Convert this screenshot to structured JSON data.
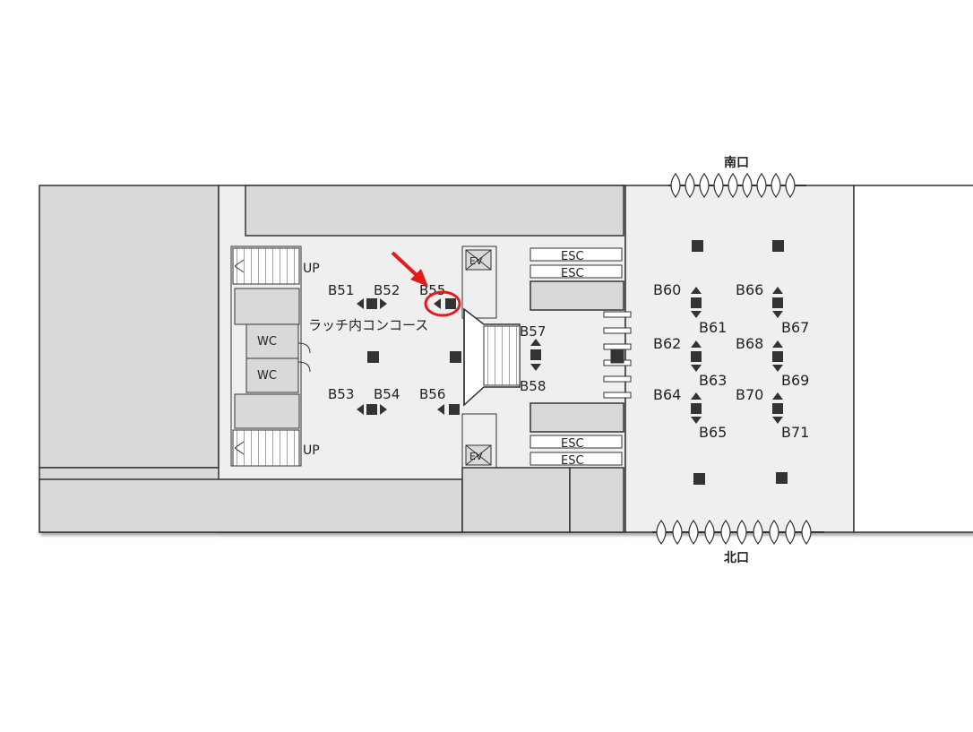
{
  "gates": {
    "south": "南口",
    "north": "北口"
  },
  "areas": {
    "concourse": "ラッチ内コンコース"
  },
  "facilities": {
    "up_top": "UP",
    "up_bottom": "UP",
    "wc_1": "WC",
    "wc_2": "WC",
    "ev_top": "EV",
    "ev_bottom": "EV",
    "esc": [
      "ESC",
      "ESC",
      "ESC",
      "ESC"
    ]
  },
  "exits": {
    "B51": "B51",
    "B52": "B52",
    "B53": "B53",
    "B54": "B54",
    "B55": "B55",
    "B56": "B56",
    "B57": "B57",
    "B58": "B58",
    "B60": "B60",
    "B61": "B61",
    "B62": "B62",
    "B63": "B63",
    "B64": "B64",
    "B65": "B65",
    "B66": "B66",
    "B67": "B67",
    "B68": "B68",
    "B69": "B69",
    "B70": "B70",
    "B71": "B71"
  },
  "highlight": {
    "target_exit": "B55",
    "color": "#e31b1b"
  },
  "colors": {
    "building": "#d9d9d9",
    "concourse": "#efefef",
    "outline": "#333333",
    "marker": "#333333"
  }
}
